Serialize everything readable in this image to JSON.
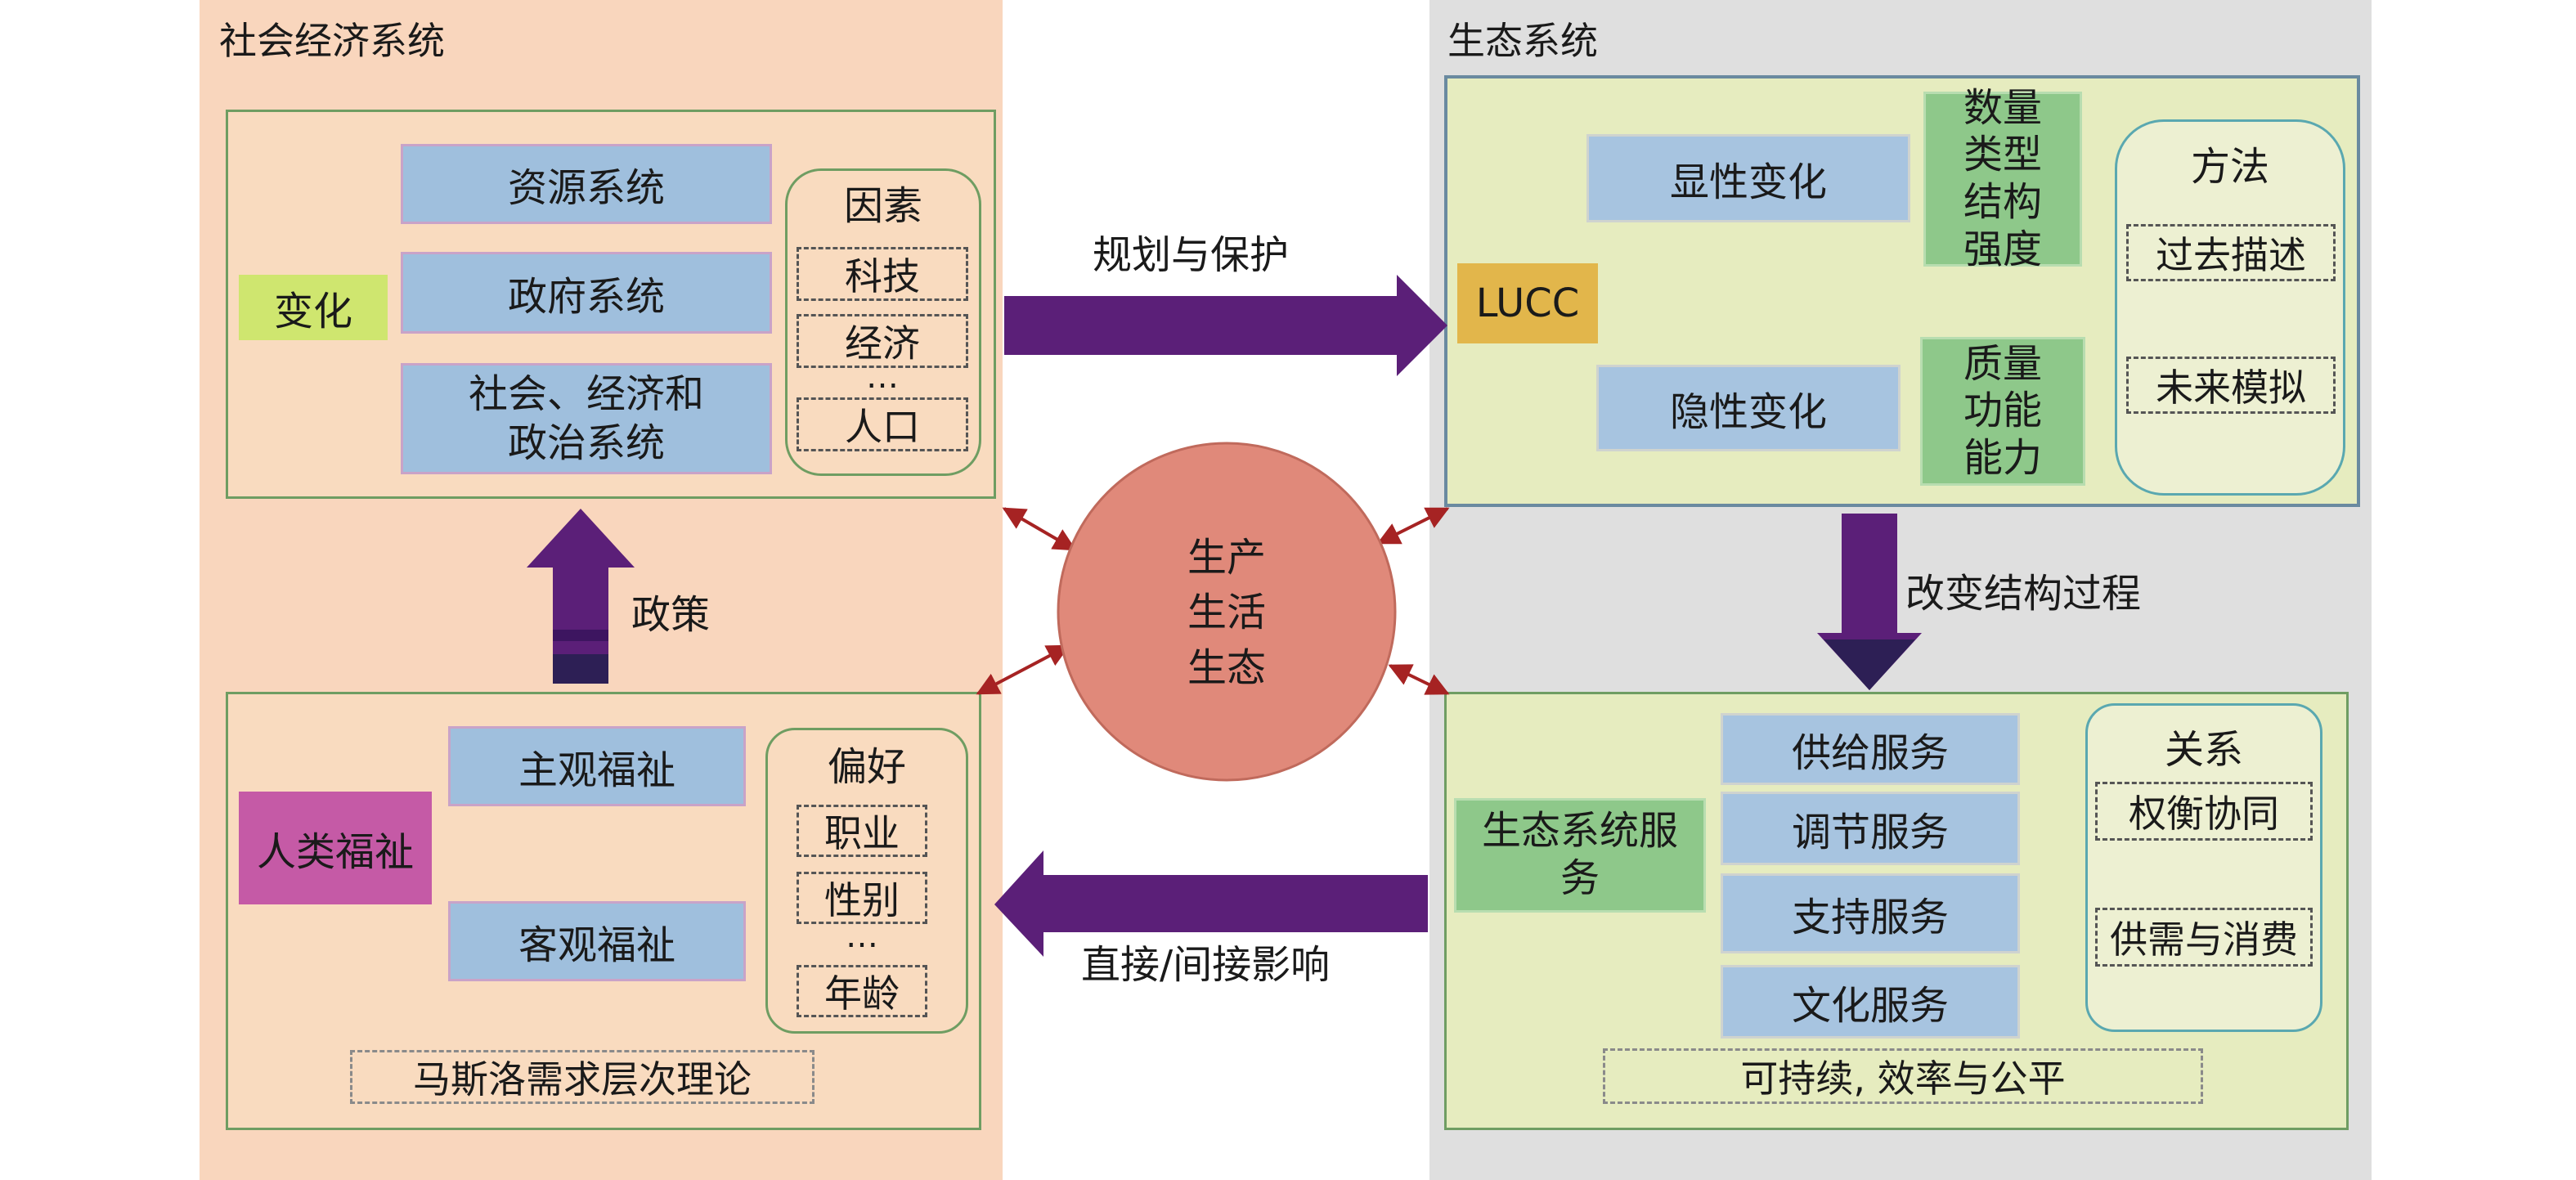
{
  "left_region": {
    "title": "社会经济系统",
    "top_panel": {
      "change_label": "变化",
      "systems": [
        "资源系统",
        "政府系统",
        "社会、经济和政治系统"
      ],
      "factors": {
        "title": "因素",
        "items": [
          "科技",
          "经济",
          "…",
          "人口"
        ]
      }
    },
    "policy_label": "政策",
    "bottom_panel": {
      "welfare_label": "人类福祉",
      "subjective": "主观福祉",
      "objective": "客观福祉",
      "preferences": {
        "title": "偏好",
        "items": [
          "职业",
          "性别",
          "…",
          "年龄"
        ]
      },
      "theory": "马斯洛需求层次理论"
    }
  },
  "right_region": {
    "title": "生态系统",
    "top_panel": {
      "lucc": "LUCC",
      "explicit_change": "显性变化",
      "implicit_change": "隐性变化",
      "explicit_attrs": [
        "数量",
        "类型",
        "结构",
        "强度"
      ],
      "implicit_attrs": [
        "质量",
        "功能",
        "能力"
      ],
      "methods": {
        "title": "方法",
        "items": [
          "过去描述",
          "未来模拟"
        ]
      }
    },
    "change_process_label": "改变结构过程",
    "bottom_panel": {
      "es_label": "生态系统服务",
      "services": [
        "供给服务",
        "调节服务",
        "支持服务",
        "文化服务"
      ],
      "relations": {
        "title": "关系",
        "items": [
          "权衡协同",
          "供需与消费"
        ]
      },
      "goal": "可持续, 效率与公平"
    }
  },
  "center": {
    "lines": [
      "生产",
      "生活",
      "生态"
    ],
    "planning_label": "规划与保护",
    "impact_label": "直接/间接影响"
  },
  "colors": {
    "arrow": "#5b1f78",
    "circle": "#e0897a",
    "change_box": "#cfe66f",
    "lucc_box": "#e2b64b",
    "welfare_box": "#c55aa6"
  }
}
